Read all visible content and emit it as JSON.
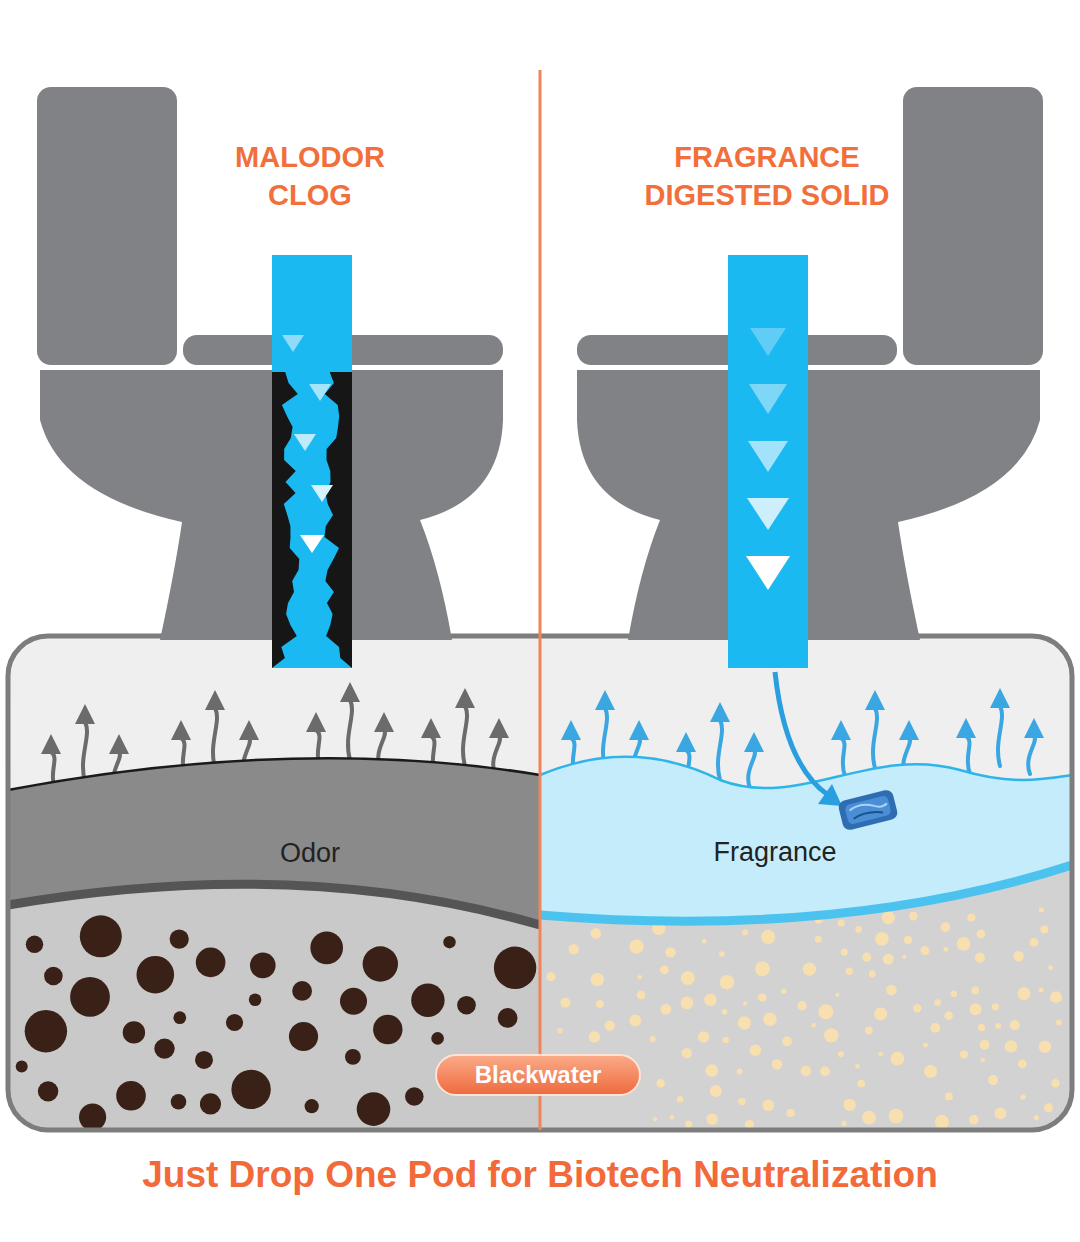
{
  "diagram": {
    "caption": "Just Drop One Pod for Biotech Neutralization",
    "nodes": [
      {
        "text": [
          "Odor"
        ]
      },
      {
        "text": [
          "Fragrance"
        ]
      },
      {
        "text": [
          "Blackwater"
        ]
      }
    ],
    "labels": [
      "MALODOR CLOG",
      "FRAGRANCE DIGESTED SOLID"
    ]
  }
}
